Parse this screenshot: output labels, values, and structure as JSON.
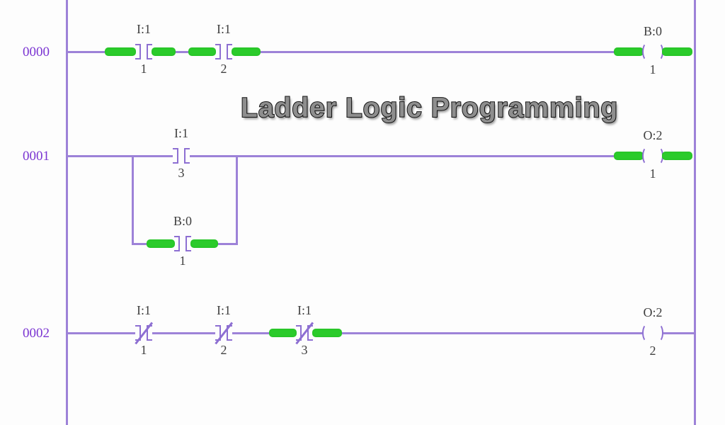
{
  "title": {
    "text": "Ladder Logic Programming"
  },
  "colors": {
    "wire": "#9d82d8",
    "symbol": "#8d6fd2",
    "highlight": "#2bcb2b",
    "rung_number": "#7b35d2",
    "label": "#3f3f3f",
    "background": "#fdfdfd",
    "title_fill": "#8e8e8e",
    "title_outline": "#141414"
  },
  "rungs": [
    {
      "number": "0000",
      "elements": [
        {
          "type": "contact-normally-open",
          "address": "I:1",
          "bit": "1",
          "highlighted": true
        },
        {
          "type": "contact-normally-open",
          "address": "I:1",
          "bit": "2",
          "highlighted": true
        },
        {
          "type": "output-coil",
          "address": "B:0",
          "bit": "1",
          "highlighted": true
        }
      ]
    },
    {
      "number": "0001",
      "elements": [
        {
          "type": "contact-normally-open",
          "address": "I:1",
          "bit": "3",
          "highlighted": false
        },
        {
          "type": "output-coil",
          "address": "O:2",
          "bit": "1",
          "highlighted": true
        }
      ],
      "branch": [
        {
          "type": "contact-normally-open",
          "address": "B:0",
          "bit": "1",
          "highlighted": true
        }
      ]
    },
    {
      "number": "0002",
      "elements": [
        {
          "type": "contact-normally-closed",
          "address": "I:1",
          "bit": "1",
          "highlighted": false
        },
        {
          "type": "contact-normally-closed",
          "address": "I:1",
          "bit": "2",
          "highlighted": false
        },
        {
          "type": "contact-normally-closed",
          "address": "I:1",
          "bit": "3",
          "highlighted": true
        },
        {
          "type": "output-coil",
          "address": "O:2",
          "bit": "2",
          "highlighted": false
        }
      ]
    }
  ]
}
